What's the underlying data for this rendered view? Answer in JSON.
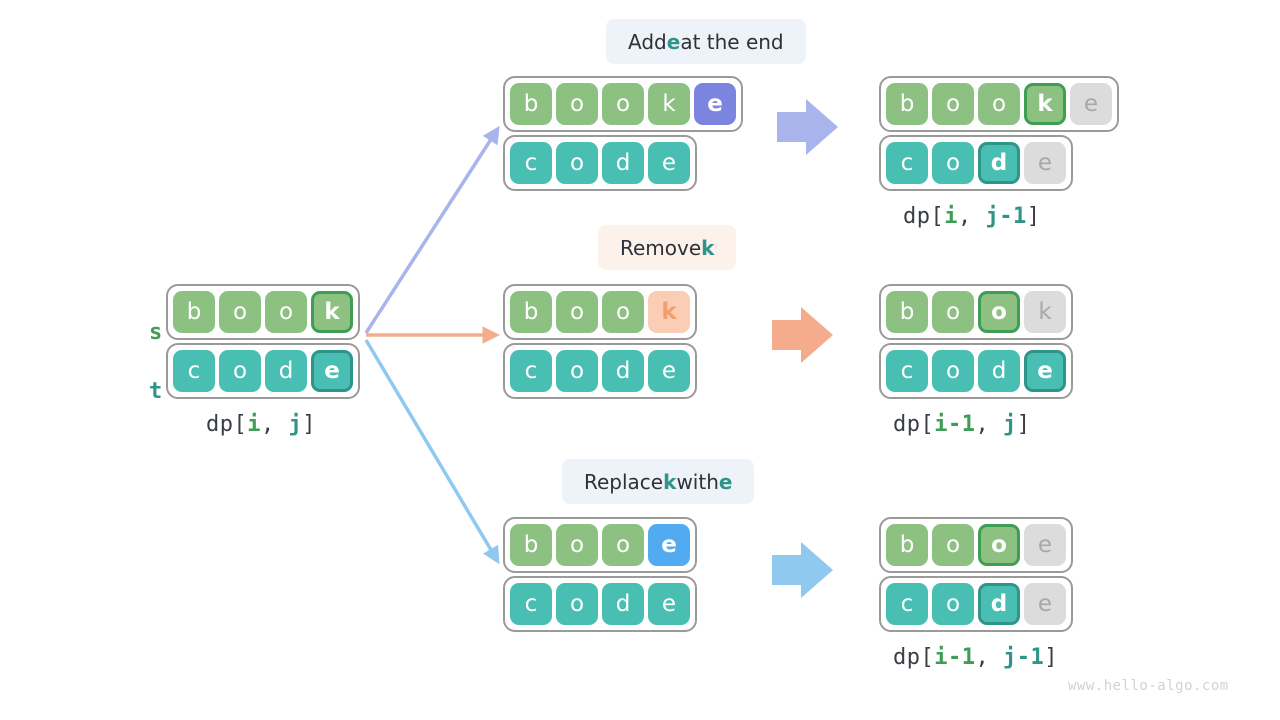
{
  "watermark": "www.hello-algo.com",
  "colors": {
    "green": "#8cc182",
    "teal": "#49bfb4",
    "gray": "#dcdcdc",
    "blue": "#52aaf0",
    "purple": "#7b85e0",
    "peach": "#fbcdb4",
    "mark_green_border": "#3f9e54",
    "mark_teal_border": "#2f9489",
    "arrow_purple": "#aab4ec",
    "arrow_peach": "#f5ac8c",
    "arrow_blue": "#8fc9f0",
    "strip_border": "#9a9a9a",
    "label_bg_blue": "#eef2f9",
    "label_bg_peach": "#fdf1ec"
  },
  "source": {
    "s_label": "s",
    "t_label": "t",
    "equals": "=",
    "s_cells": [
      {
        "ch": "b",
        "style": "green"
      },
      {
        "ch": "o",
        "style": "green"
      },
      {
        "ch": "o",
        "style": "green"
      },
      {
        "ch": "k",
        "style": "green mark-green"
      }
    ],
    "t_cells": [
      {
        "ch": "c",
        "style": "teal"
      },
      {
        "ch": "o",
        "style": "teal"
      },
      {
        "ch": "d",
        "style": "teal"
      },
      {
        "ch": "e",
        "style": "teal mark-teal"
      }
    ],
    "caption": {
      "prefix": "dp[",
      "i": "i",
      "sep": ", ",
      "j": "j",
      "suffix": "]"
    }
  },
  "branches": [
    {
      "id": "add",
      "label": {
        "before": "Add ",
        "highlight": "e",
        "after": " at the end",
        "bg": "bg-blue",
        "highlight_class": "hl-teal"
      },
      "before": {
        "top_cells": [
          {
            "ch": "b",
            "style": "green"
          },
          {
            "ch": "o",
            "style": "green"
          },
          {
            "ch": "o",
            "style": "green"
          },
          {
            "ch": "k",
            "style": "green"
          },
          {
            "ch": "e",
            "style": "purple"
          }
        ],
        "bottom_cells": [
          {
            "ch": "c",
            "style": "teal"
          },
          {
            "ch": "o",
            "style": "teal"
          },
          {
            "ch": "d",
            "style": "teal"
          },
          {
            "ch": "e",
            "style": "teal"
          }
        ]
      },
      "after": {
        "top_cells": [
          {
            "ch": "b",
            "style": "green"
          },
          {
            "ch": "o",
            "style": "green"
          },
          {
            "ch": "o",
            "style": "green"
          },
          {
            "ch": "k",
            "style": "green mark-green"
          },
          {
            "ch": "e",
            "style": "gray"
          }
        ],
        "bottom_cells": [
          {
            "ch": "c",
            "style": "teal"
          },
          {
            "ch": "o",
            "style": "teal"
          },
          {
            "ch": "d",
            "style": "teal mark-teal"
          },
          {
            "ch": "e",
            "style": "gray"
          }
        ]
      },
      "caption": {
        "prefix": "dp[",
        "i": "i",
        "sep": ", ",
        "j": "j-1",
        "suffix": "]"
      },
      "arrow_color": "#aab4ec"
    },
    {
      "id": "remove",
      "label": {
        "before": "Remove ",
        "highlight": "k",
        "after": "",
        "bg": "bg-peach",
        "highlight_class": "hl-teal"
      },
      "before": {
        "top_cells": [
          {
            "ch": "b",
            "style": "green"
          },
          {
            "ch": "o",
            "style": "green"
          },
          {
            "ch": "o",
            "style": "green"
          },
          {
            "ch": "k",
            "style": "peach"
          }
        ],
        "bottom_cells": [
          {
            "ch": "c",
            "style": "teal"
          },
          {
            "ch": "o",
            "style": "teal"
          },
          {
            "ch": "d",
            "style": "teal"
          },
          {
            "ch": "e",
            "style": "teal"
          }
        ]
      },
      "after": {
        "top_cells": [
          {
            "ch": "b",
            "style": "green"
          },
          {
            "ch": "o",
            "style": "green"
          },
          {
            "ch": "o",
            "style": "green mark-green"
          },
          {
            "ch": "k",
            "style": "gray"
          }
        ],
        "bottom_cells": [
          {
            "ch": "c",
            "style": "teal"
          },
          {
            "ch": "o",
            "style": "teal"
          },
          {
            "ch": "d",
            "style": "teal"
          },
          {
            "ch": "e",
            "style": "teal mark-teal"
          }
        ]
      },
      "caption": {
        "prefix": "dp[",
        "i": "i-1",
        "sep": ", ",
        "j": "j",
        "suffix": "]"
      },
      "arrow_color": "#f5ac8c"
    },
    {
      "id": "replace",
      "label": {
        "before": "Replace ",
        "highlight": "k",
        "after": " with ",
        "highlight2": "e",
        "bg": "bg-blue",
        "highlight_class": "hl-teal"
      },
      "before": {
        "top_cells": [
          {
            "ch": "b",
            "style": "green"
          },
          {
            "ch": "o",
            "style": "green"
          },
          {
            "ch": "o",
            "style": "green"
          },
          {
            "ch": "e",
            "style": "blue"
          }
        ],
        "bottom_cells": [
          {
            "ch": "c",
            "style": "teal"
          },
          {
            "ch": "o",
            "style": "teal"
          },
          {
            "ch": "d",
            "style": "teal"
          },
          {
            "ch": "e",
            "style": "teal"
          }
        ]
      },
      "after": {
        "top_cells": [
          {
            "ch": "b",
            "style": "green"
          },
          {
            "ch": "o",
            "style": "green"
          },
          {
            "ch": "o",
            "style": "green mark-green"
          },
          {
            "ch": "e",
            "style": "gray"
          }
        ],
        "bottom_cells": [
          {
            "ch": "c",
            "style": "teal"
          },
          {
            "ch": "o",
            "style": "teal"
          },
          {
            "ch": "d",
            "style": "teal mark-teal"
          },
          {
            "ch": "e",
            "style": "gray"
          }
        ]
      },
      "caption": {
        "prefix": "dp[",
        "i": "i-1",
        "sep": ", ",
        "j": "j-1",
        "suffix": "]"
      },
      "arrow_color": "#8fc9f0"
    }
  ]
}
